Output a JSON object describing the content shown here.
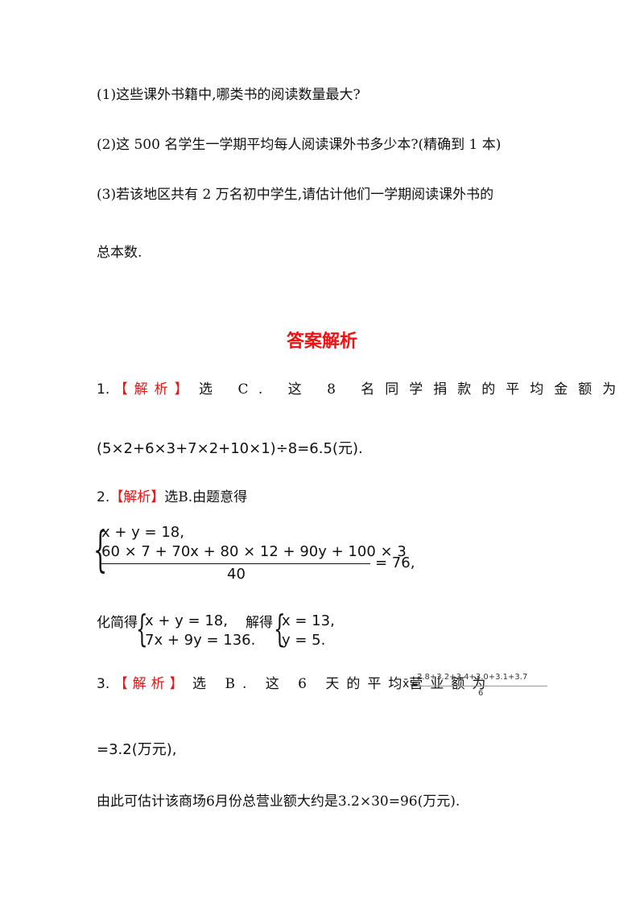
{
  "questions": {
    "q1": "(1)这些课外书籍中,哪类书的阅读数量最大?",
    "q2": "(2)这 500 名学生一学期平均每人阅读课外书多少本?(精确到 1 本)",
    "q3a": "(3)若该地区共有 2 万名初中学生,请估计他们一学期阅读课外书的",
    "q3b": "总本数."
  },
  "section_title": "答案解析",
  "answers": {
    "a1": {
      "num": "1.",
      "tag": "【解析】",
      "text": "选 C. 这 8 名同学捐款的平均金额为",
      "line2": "(5×2+6×3+7×2+10×1)÷8=6.5(元)."
    },
    "a2": {
      "num": "2.",
      "tag": "【解析】",
      "text": "选B.由题意得",
      "eq1": "x + y = 18,",
      "eq2_num": "60 × 7 + 70x + 80 × 12 + 90y + 100 × 3",
      "eq2_den": "40",
      "eq2_rhs": "= 76,",
      "simplify_label": "化简得",
      "s1": "x + y = 18,",
      "s2": "7x + 9y = 136.",
      "solve_label": "解得",
      "r1": "x = 13,",
      "r2": "y = 5."
    },
    "a3": {
      "num": "3.",
      "tag": "【解析】",
      "text": "选 B. 这 6 天的平均营业额为",
      "xbar": "x̄=",
      "frac_num": "2.8+3.2+3.4+3.0+3.1+3.7",
      "frac_den": "6",
      "line2": "=3.2(万元),",
      "line3": "由此可估计该商场6月份总营业额大约是3.2×30=96(万元)."
    }
  }
}
